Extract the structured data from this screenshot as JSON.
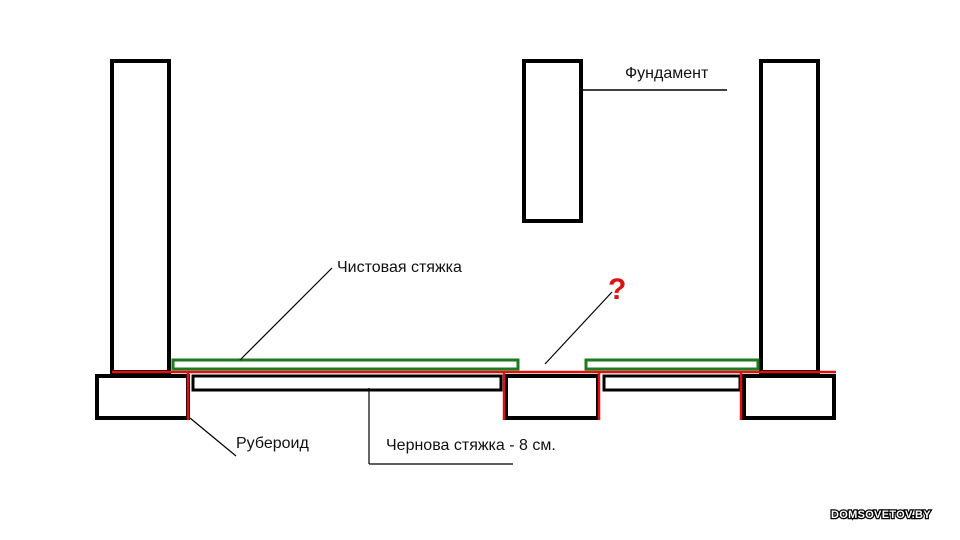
{
  "labels": {
    "foundation": "Фундамент",
    "finish_screed": "Чистовая стяжка",
    "question": "?",
    "roofing_felt": "Рубероид",
    "rough_screed": "Чернова стяжка - 8 см."
  },
  "watermark": "DOMSOVETOV.BY",
  "colors": {
    "outline": "#000000",
    "waterproofing": "#e01010",
    "finish_screed": "#1f7a1f",
    "question": "#e01010"
  }
}
